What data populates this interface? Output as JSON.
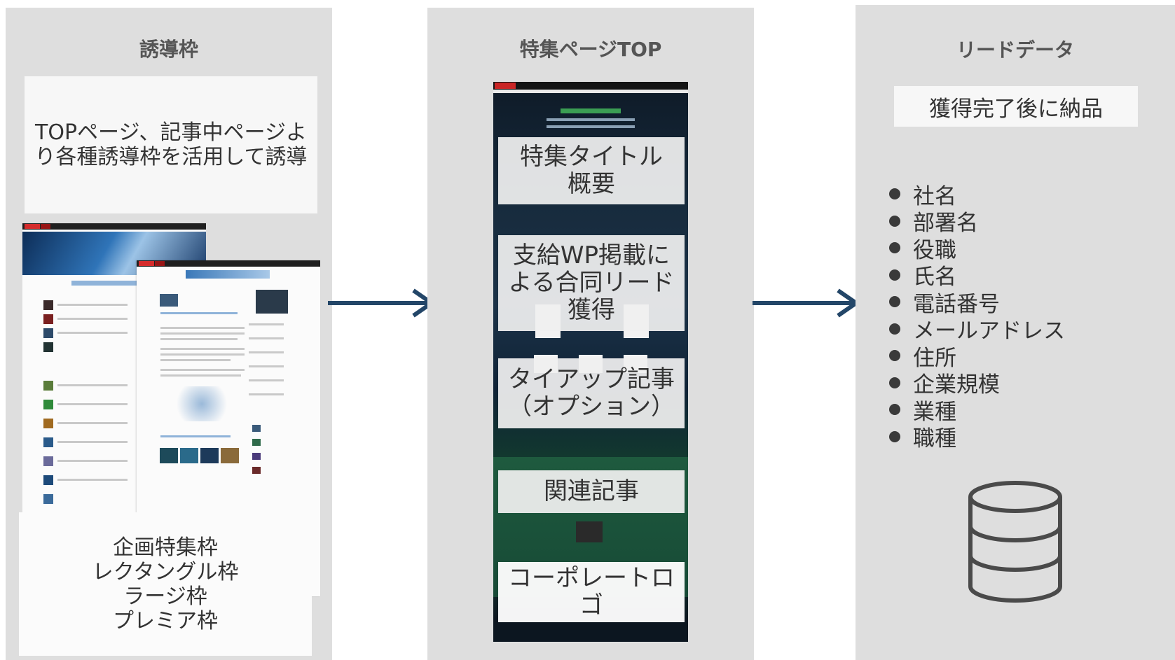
{
  "panels": {
    "entry": {
      "title": "誘導枠",
      "description": "TOPページ、記事中ページより各種誘導枠を活用して誘導",
      "frame_types": [
        "企画特集枠",
        "レクタングル枠",
        "ラージ枠",
        "プレミア枠"
      ]
    },
    "feature": {
      "title": "特集ページTOP",
      "sections": [
        "特集タイトル概要",
        "支給WP掲載による合同リード獲得",
        "タイアップ記事（オプション）",
        "関連記事",
        "コーポレートロゴ"
      ]
    },
    "leads": {
      "title": "リードデータ",
      "note": "獲得完了後に納品",
      "fields": [
        "社名",
        "部署名",
        "役職",
        "氏名",
        "電話番号",
        "メールアドレス",
        "住所",
        "企業規模",
        "業種",
        "職種"
      ],
      "icon": "database-icon"
    }
  },
  "colors": {
    "panel_bg": "#dedede",
    "arrow": "#234668",
    "text": "#333333"
  },
  "icons": [
    "arrow-right-icon",
    "database-icon",
    "bullet-dot-icon"
  ]
}
